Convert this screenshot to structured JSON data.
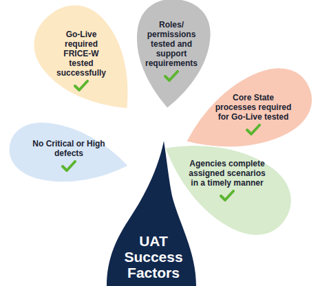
{
  "diagram": {
    "nodes": [
      {
        "text": [
          "Go-Live required FRICE-W tested successfully"
        ]
      },
      {
        "text": [
          "Roles/ permissions tested and support requirements"
        ]
      },
      {
        "text": [
          "Core State processes required for Go-Live tested"
        ]
      },
      {
        "text": [
          "No Critical or High defects"
        ]
      },
      {
        "text": [
          "Agencies complete assigned scenarios in a timely manner"
        ]
      },
      {
        "text": [
          "UAT Success Factors"
        ]
      }
    ]
  }
}
